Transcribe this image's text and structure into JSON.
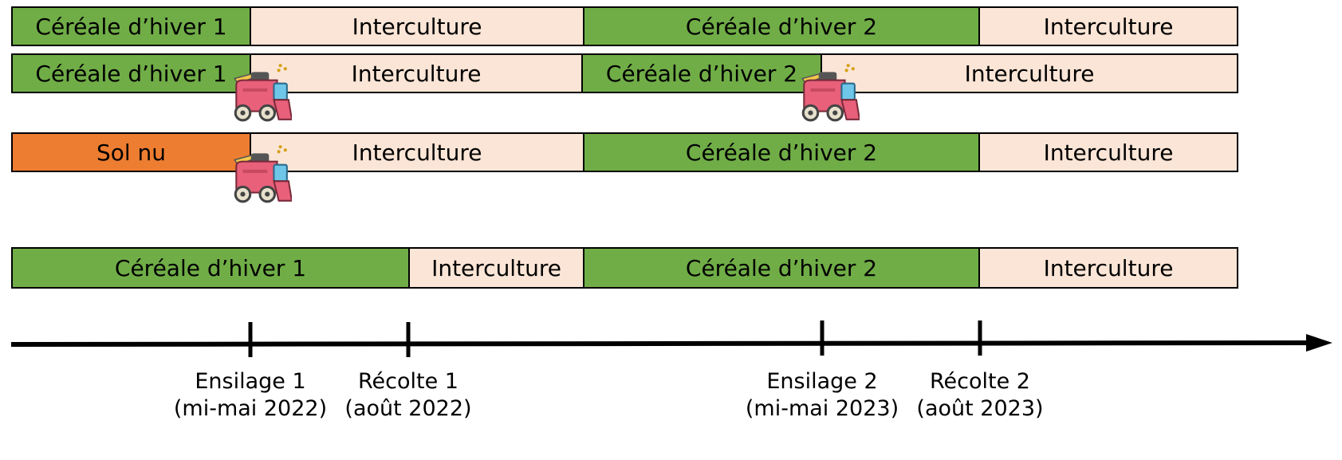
{
  "rows": [
    {
      "segments": [
        {
          "label": "Céréale d’hiver 1",
          "kind": "crop"
        },
        {
          "label": "Interculture",
          "kind": "cover"
        },
        {
          "label": "Céréale d’hiver 2",
          "kind": "crop"
        },
        {
          "label": "Interculture",
          "kind": "cover"
        }
      ]
    },
    {
      "segments": [
        {
          "label": "Céréale d’hiver 1",
          "kind": "crop"
        },
        {
          "label": "Interculture",
          "kind": "cover"
        },
        {
          "label": "Céréale d’hiver 2",
          "kind": "crop"
        },
        {
          "label": "Interculture",
          "kind": "cover"
        }
      ]
    },
    {
      "segments": [
        {
          "label": "Sol nu",
          "kind": "bare"
        },
        {
          "label": "Interculture",
          "kind": "cover"
        },
        {
          "label": "Céréale d’hiver 2",
          "kind": "crop"
        },
        {
          "label": "Interculture",
          "kind": "cover"
        }
      ]
    },
    {
      "segments": [
        {
          "label": "Céréale d’hiver 1",
          "kind": "crop"
        },
        {
          "label": "Interculture",
          "kind": "cover"
        },
        {
          "label": "Céréale d’hiver 2",
          "kind": "crop"
        },
        {
          "label": "Interculture",
          "kind": "cover"
        }
      ]
    }
  ],
  "timeline": {
    "events": [
      {
        "name": "Ensilage 1",
        "date": "(mi-mai 2022)"
      },
      {
        "name": "Récolte 1",
        "date": "(août 2022)"
      },
      {
        "name": "Ensilage 2",
        "date": "(mi-mai 2023)"
      },
      {
        "name": "Récolte 2",
        "date": "(août 2023)"
      }
    ]
  },
  "colors": {
    "crop": "#70ad47",
    "cover": "#fbe5d6",
    "bare": "#ed7d31",
    "harvester_body": "#e8607a",
    "harvester_window": "#6ec6e8"
  },
  "icons": [
    "combine-harvester-icon"
  ]
}
